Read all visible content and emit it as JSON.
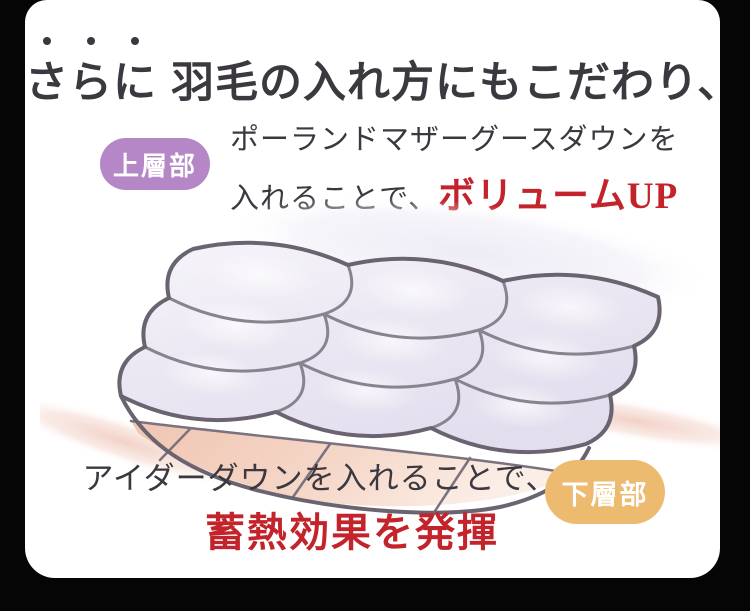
{
  "window": {
    "background": "#050505",
    "card_background": "#ffffff"
  },
  "title": {
    "emphasized": "さらに",
    "rest": "羽毛の入れ方にもこだわり、",
    "text_color": "#3b383f"
  },
  "upper_section": {
    "badge": {
      "label": "上層部",
      "background": "#b687c7",
      "text_color": "#ffffff"
    },
    "line1": "ポーランドマザーグースダウンを",
    "line2_plain": "入れることで、",
    "line2_highlight": "ボリュームUP",
    "highlight_color": "#c3242b"
  },
  "illustration": {
    "subject": "down-duvet-cross-section",
    "quilt_grid": "3x3",
    "quilt_fill": "#e9e5f2",
    "outline_color": "#6b6470",
    "seam_color": "#8a8290",
    "baffle_fill": "#f2cbb8"
  },
  "lower_section": {
    "line1": "アイダーダウンを入れることで、",
    "line2_highlight": "蓄熱効果を発揮",
    "highlight_color": "#c3242b",
    "badge": {
      "label": "下層部",
      "background": "#edbb70",
      "text_color": "#ffffff"
    }
  }
}
